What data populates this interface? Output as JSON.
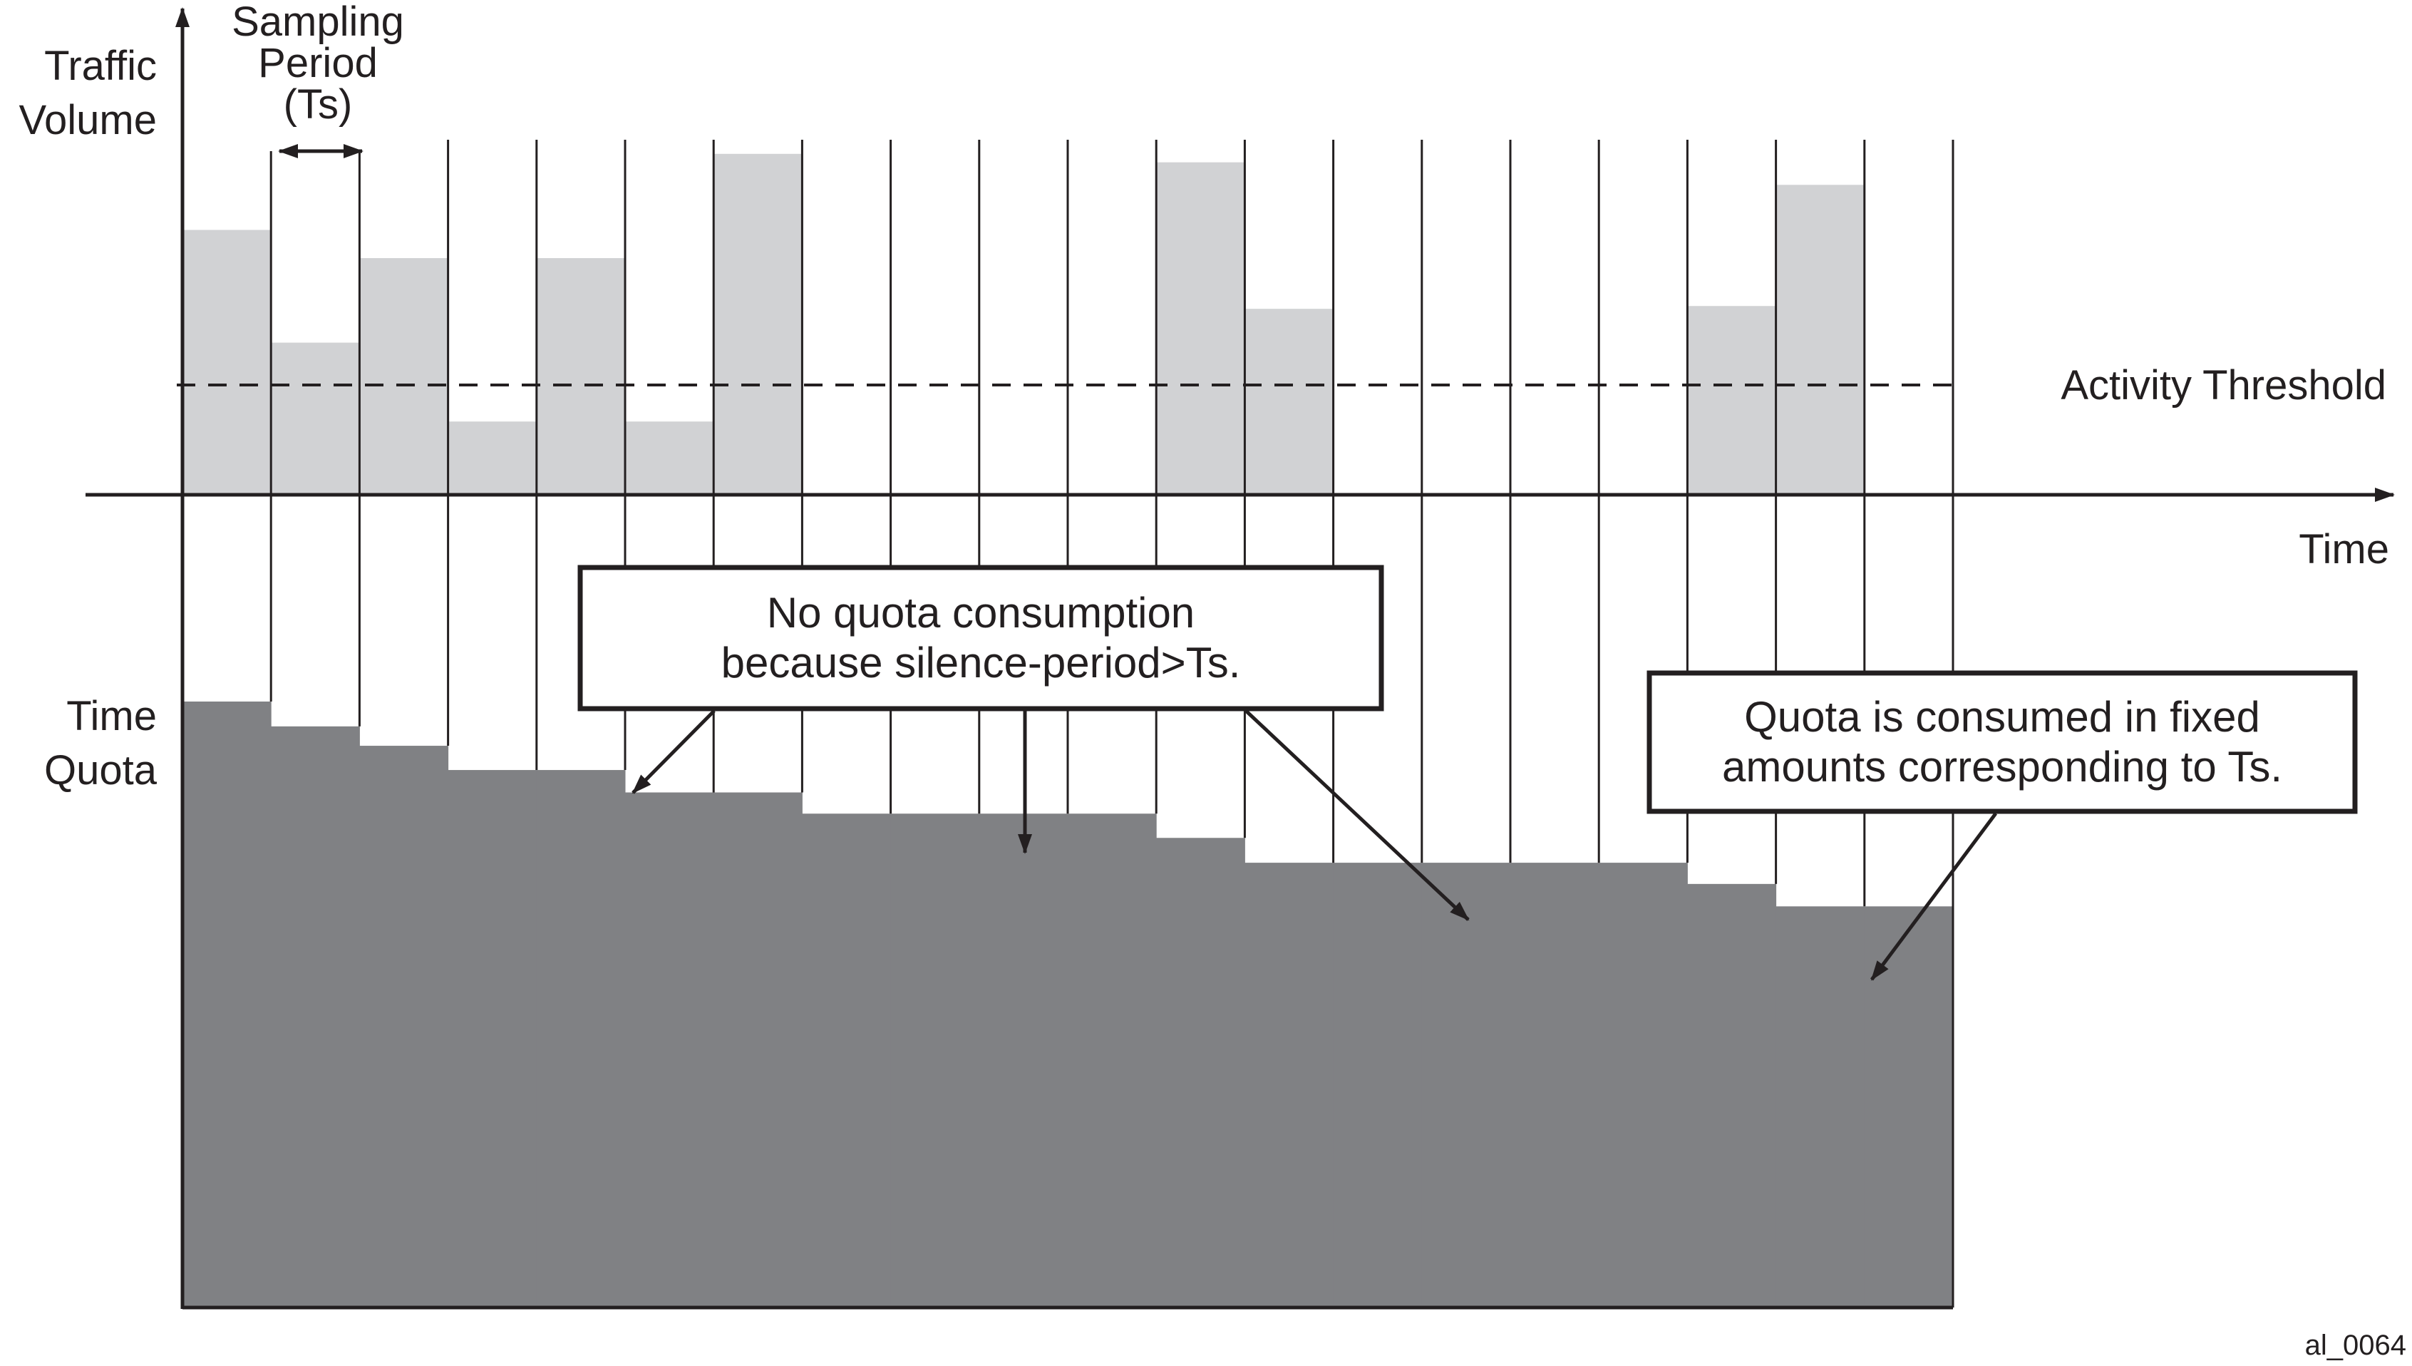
{
  "labels": {
    "y_axis_top": [
      "Traffic",
      "Volume"
    ],
    "y_axis_bottom": [
      "Time",
      "Quota"
    ],
    "x_axis": "Time",
    "sampling": [
      "Sampling",
      "Period",
      "(Ts)"
    ],
    "threshold": "Activity Threshold",
    "figure_id": "al_0064"
  },
  "callouts": {
    "no_consumption": [
      "No quota consumption",
      "because silence-period>Ts."
    ],
    "fixed_amounts": [
      "Quota is consumed in fixed",
      "amounts corresponding to Ts."
    ]
  },
  "chart_data": {
    "type": "bar",
    "period_count": 20,
    "traffic_volume": [
      0.94,
      0.54,
      0.84,
      0.26,
      0.84,
      0.26,
      1.21,
      0,
      0,
      0,
      0,
      1.18,
      0.66,
      0,
      0,
      0,
      0,
      0.67,
      1.1,
      0
    ],
    "activity_threshold": 0.4,
    "time_quota": [
      1.0,
      0.959,
      0.927,
      0.887,
      0.887,
      0.85,
      0.85,
      0.815,
      0.815,
      0.815,
      0.815,
      0.775,
      0.734,
      0.734,
      0.734,
      0.734,
      0.734,
      0.699,
      0.662,
      0.662
    ],
    "colors": {
      "traffic_bar": "#d1d2d4",
      "quota_area": "#808184",
      "line": "#231f20"
    }
  }
}
